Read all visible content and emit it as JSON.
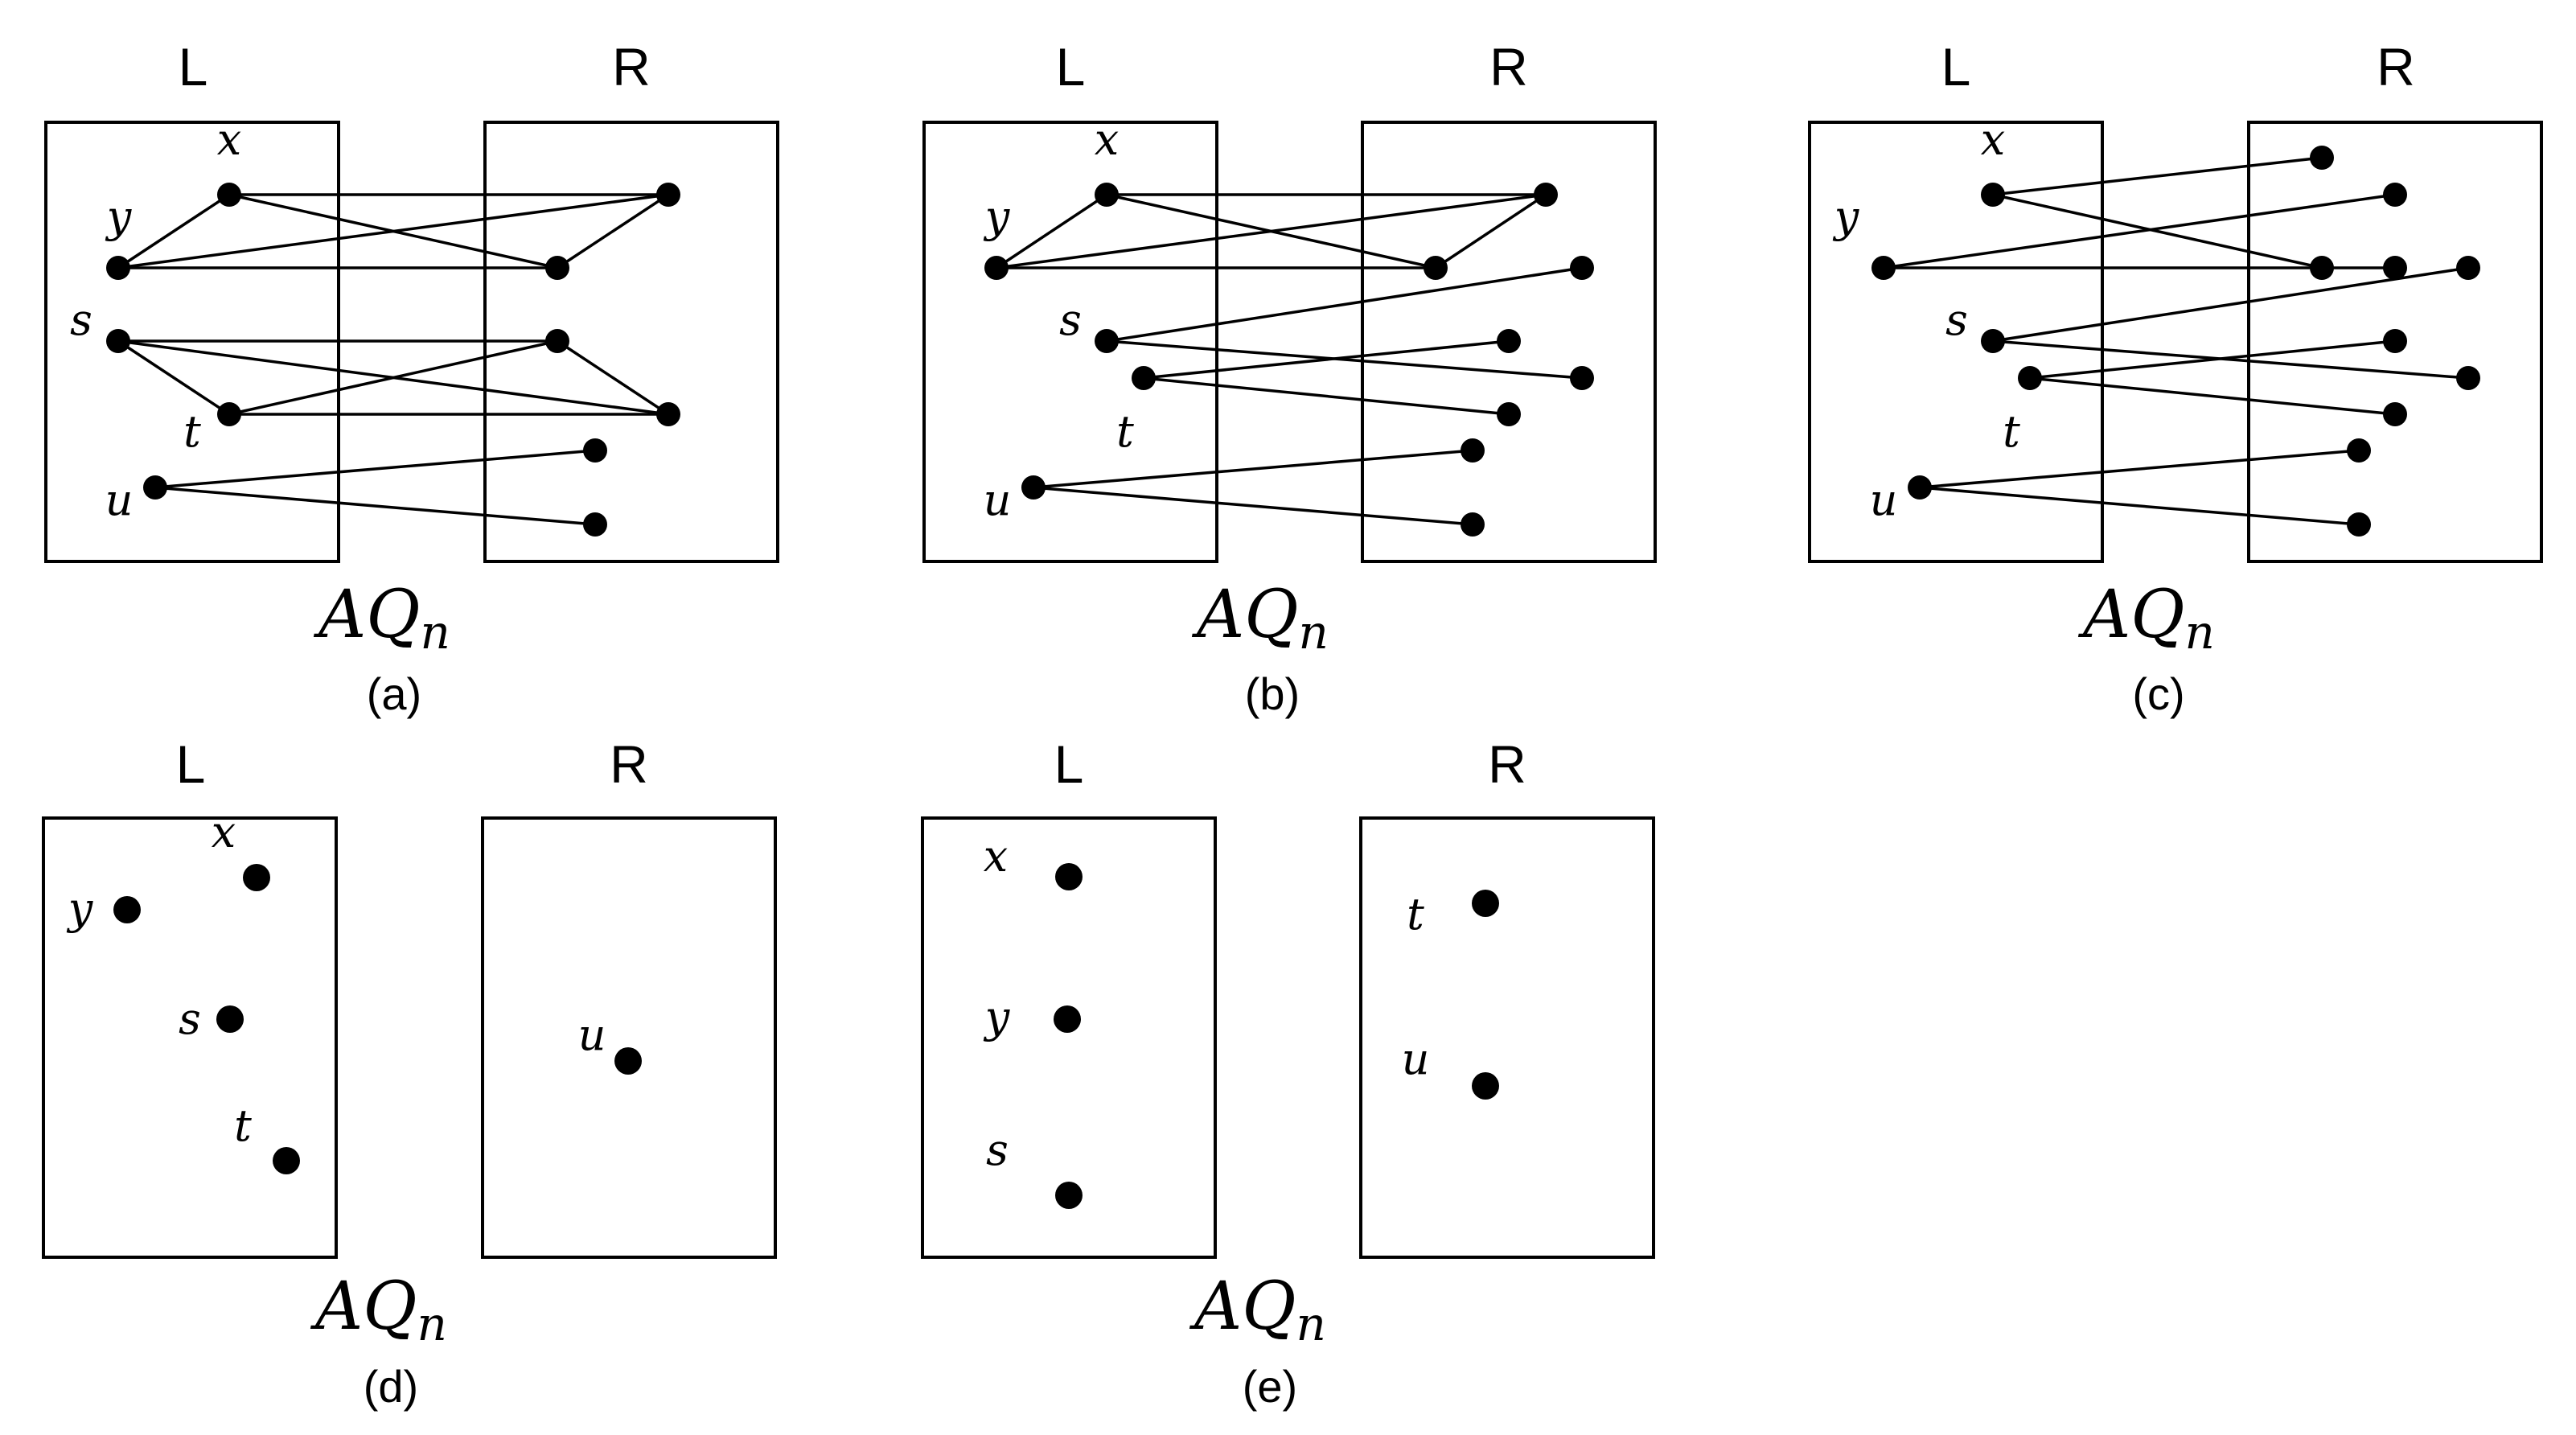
{
  "panels": [
    {
      "id": "a",
      "caption": "(a)",
      "left_title": "L",
      "right_title": "R",
      "graph_name": "AQ",
      "graph_sub": "n",
      "vertex_labels": [
        "x",
        "y",
        "s",
        "t",
        "u"
      ]
    },
    {
      "id": "b",
      "caption": "(b)",
      "left_title": "L",
      "right_title": "R",
      "graph_name": "AQ",
      "graph_sub": "n",
      "vertex_labels": [
        "x",
        "y",
        "s",
        "t",
        "u"
      ]
    },
    {
      "id": "c",
      "caption": "(c)",
      "left_title": "L",
      "right_title": "R",
      "graph_name": "AQ",
      "graph_sub": "n",
      "vertex_labels": [
        "x",
        "y",
        "s",
        "t",
        "u"
      ]
    },
    {
      "id": "d",
      "caption": "(d)",
      "left_title": "L",
      "right_title": "R",
      "graph_name": "AQ",
      "graph_sub": "n",
      "vertex_labels": [
        "x",
        "y",
        "s",
        "t",
        "u"
      ]
    },
    {
      "id": "e",
      "caption": "(e)",
      "left_title": "L",
      "right_title": "R",
      "graph_name": "AQ",
      "graph_sub": "n",
      "vertex_labels": [
        "x",
        "y",
        "s",
        "t",
        "u"
      ]
    }
  ]
}
